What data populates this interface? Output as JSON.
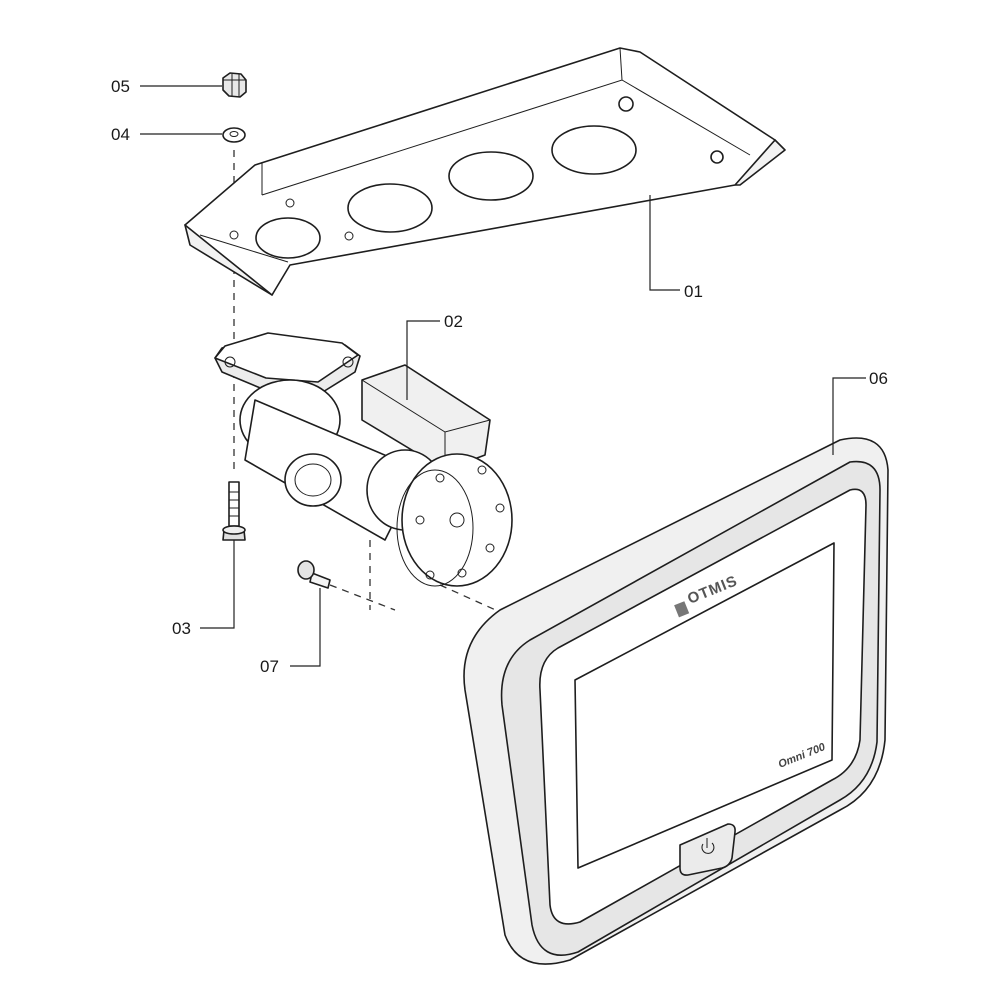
{
  "callouts": {
    "c01": "01",
    "c02": "02",
    "c03": "03",
    "c04": "04",
    "c05": "05",
    "c06": "06",
    "c07": "07"
  },
  "device": {
    "brand": "OTMIS",
    "model": "Omni 700"
  },
  "colors": {
    "line": "#1e1e1e",
    "part_fill": "#ffffff",
    "shade": "#e8e8e8",
    "screen": "#ffffff"
  }
}
